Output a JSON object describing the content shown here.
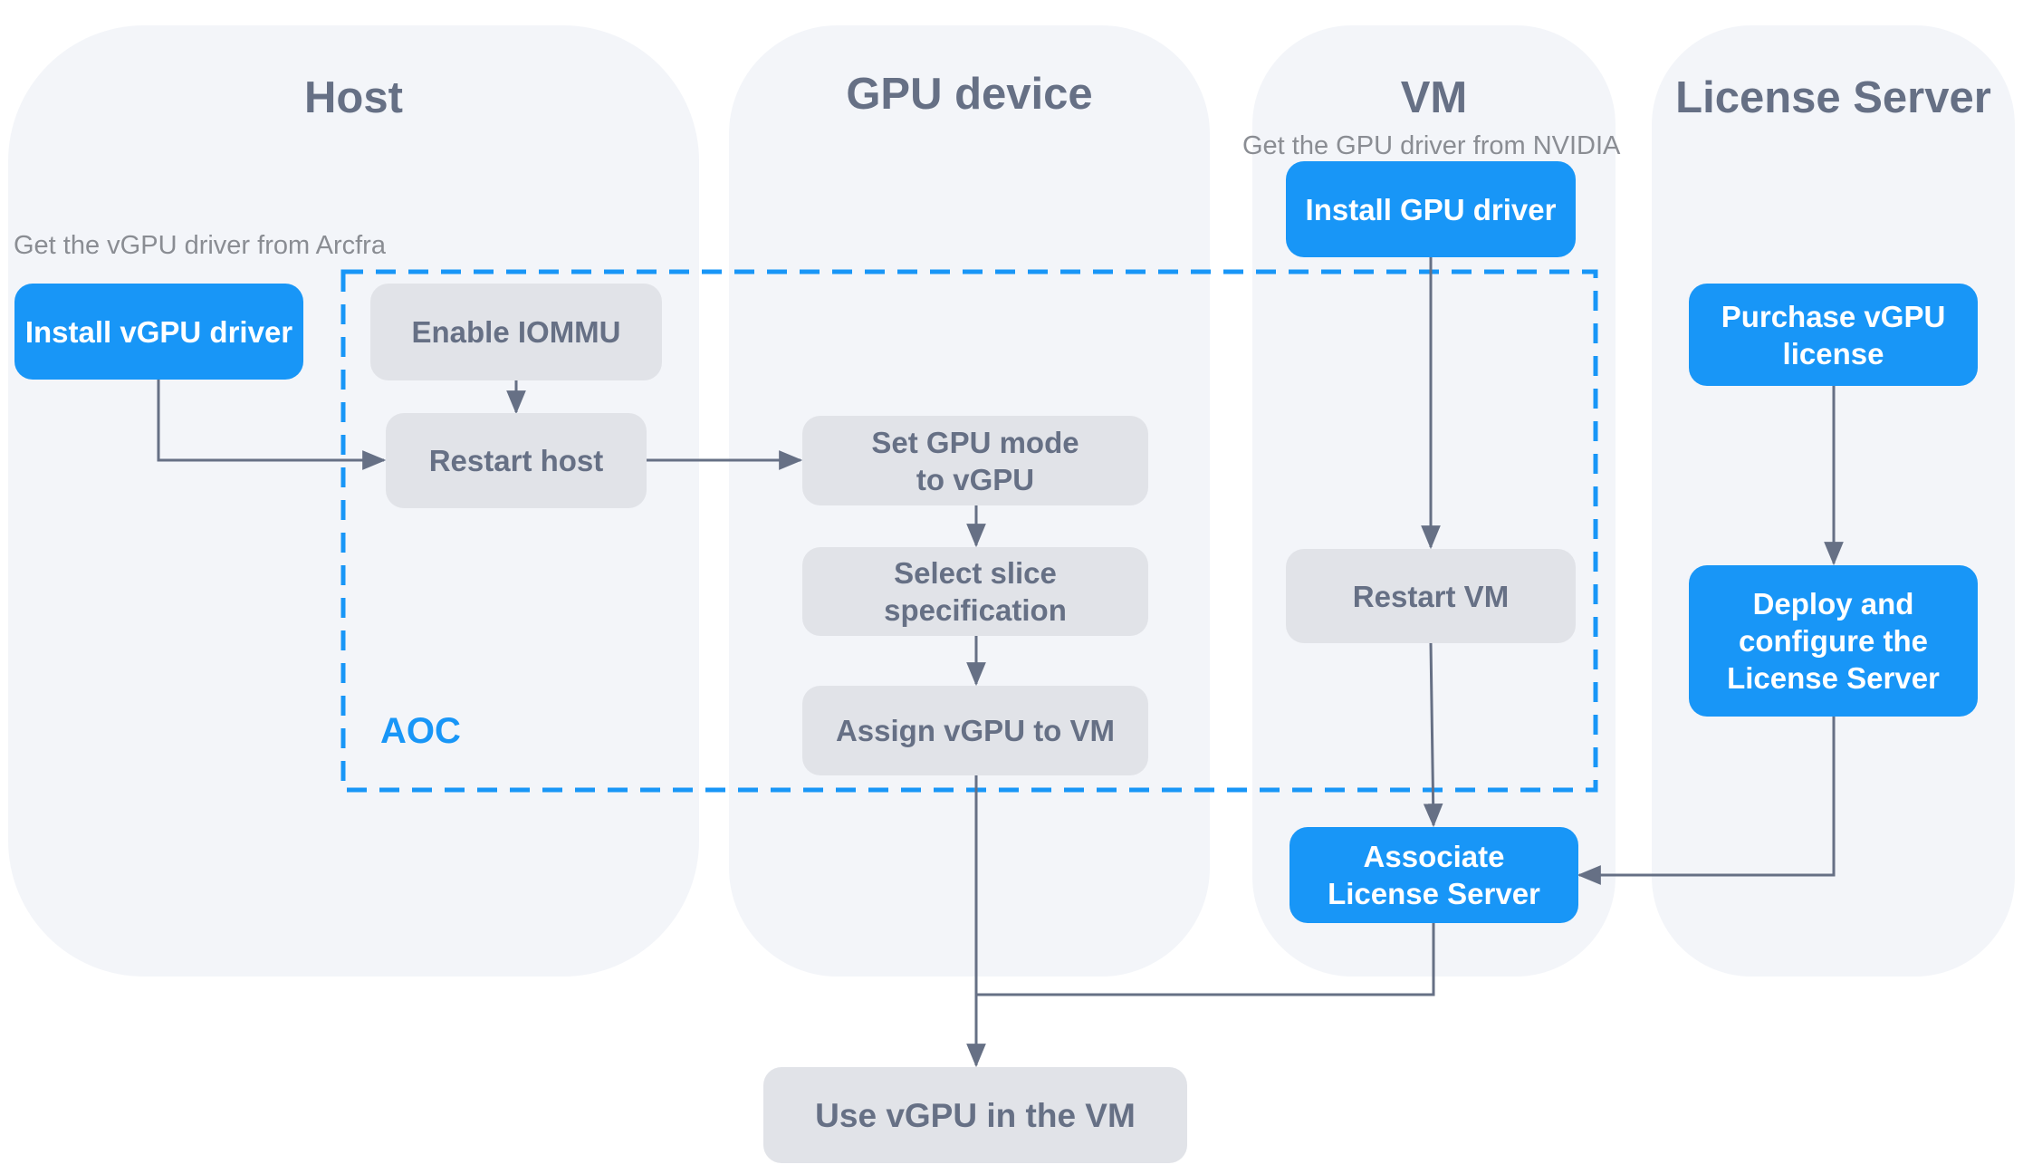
{
  "diagram": {
    "colors": {
      "accent": "#1896f7",
      "lane_background": "#f3f5f9",
      "step_gray": "#e1e3e8",
      "text_gray": "#667085",
      "connector": "#667085"
    },
    "lanes": [
      {
        "id": "host",
        "title": "Host"
      },
      {
        "id": "gpu",
        "title": "GPU device"
      },
      {
        "id": "vm",
        "title": "VM"
      },
      {
        "id": "license",
        "title": "License Server"
      }
    ],
    "notes": {
      "host": "Get the vGPU driver from Arcfra",
      "vm": "Get the GPU driver from NVIDIA"
    },
    "group": {
      "label": "AOC"
    },
    "steps": {
      "install_vgpu_driver": {
        "label": "Install vGPU driver",
        "style": "blue"
      },
      "enable_iommu": {
        "label": "Enable IOMMU",
        "style": "gray"
      },
      "restart_host": {
        "label": "Restart host",
        "style": "gray"
      },
      "set_gpu_mode": {
        "label": "Set GPU mode to vGPU",
        "style": "gray"
      },
      "select_slice": {
        "label": "Select slice specification",
        "style": "gray"
      },
      "assign_vgpu": {
        "label": "Assign vGPU to VM",
        "style": "gray"
      },
      "install_gpu_driver": {
        "label": "Install GPU driver",
        "style": "blue"
      },
      "restart_vm": {
        "label": "Restart VM",
        "style": "gray"
      },
      "associate_license": {
        "label": "Associate License Server",
        "style": "blue"
      },
      "purchase_license": {
        "label": "Purchase vGPU license",
        "style": "blue"
      },
      "deploy_license_server": {
        "label": "Deploy and configure the License Server",
        "style": "blue"
      },
      "use_vgpu": {
        "label": "Use vGPU in the VM",
        "style": "gray"
      }
    },
    "edges": [
      {
        "from": "install_vgpu_driver",
        "to": "restart_host"
      },
      {
        "from": "enable_iommu",
        "to": "restart_host"
      },
      {
        "from": "restart_host",
        "to": "set_gpu_mode"
      },
      {
        "from": "set_gpu_mode",
        "to": "select_slice"
      },
      {
        "from": "select_slice",
        "to": "assign_vgpu"
      },
      {
        "from": "assign_vgpu",
        "to": "use_vgpu"
      },
      {
        "from": "install_gpu_driver",
        "to": "restart_vm"
      },
      {
        "from": "restart_vm",
        "to": "associate_license"
      },
      {
        "from": "purchase_license",
        "to": "deploy_license_server"
      },
      {
        "from": "deploy_license_server",
        "to": "associate_license"
      },
      {
        "from": "associate_license",
        "to": "use_vgpu"
      }
    ]
  }
}
